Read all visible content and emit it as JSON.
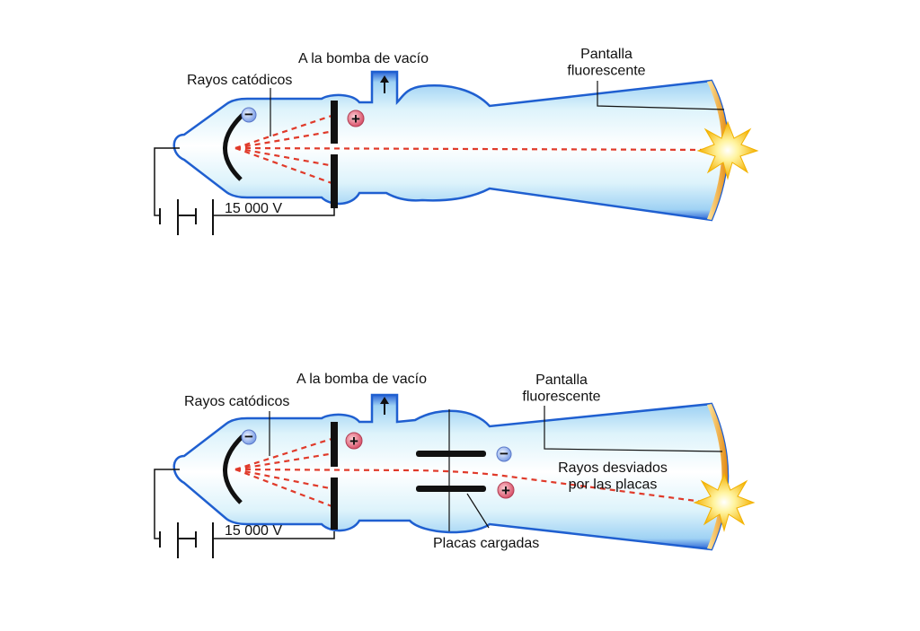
{
  "colors": {
    "tube_edge": "#1f5fd0",
    "tube_fill": "#d8f1fb",
    "ray": "#e03a2a",
    "screen_glow": "#f0a020",
    "electrode": "#111111",
    "positive_charge": "#e56a7a",
    "negative_charge": "#8fb0ea"
  },
  "icons": {
    "pump_arrow": "up-arrow-icon",
    "impact_flash": "star-burst-icon",
    "battery": "battery-icon"
  },
  "diagrams": [
    {
      "labels": {
        "pump": "A la bomba de vacío",
        "screen": "Pantalla\nfluorescente",
        "rays": "Rayos catódicos",
        "voltage": "15 000 V"
      },
      "charges": {
        "anode": "+",
        "cathode": "−"
      }
    },
    {
      "labels": {
        "pump": "A la bomba de vacío",
        "screen": "Pantalla\nfluorescente",
        "rays": "Rayos catódicos",
        "voltage": "15 000 V",
        "deflected": "Rayos desviados\npor las placas",
        "plates": "Placas cargadas"
      },
      "charges": {
        "anode": "+",
        "cathode": "−",
        "plate_top": "−",
        "plate_bottom": "+"
      }
    }
  ]
}
